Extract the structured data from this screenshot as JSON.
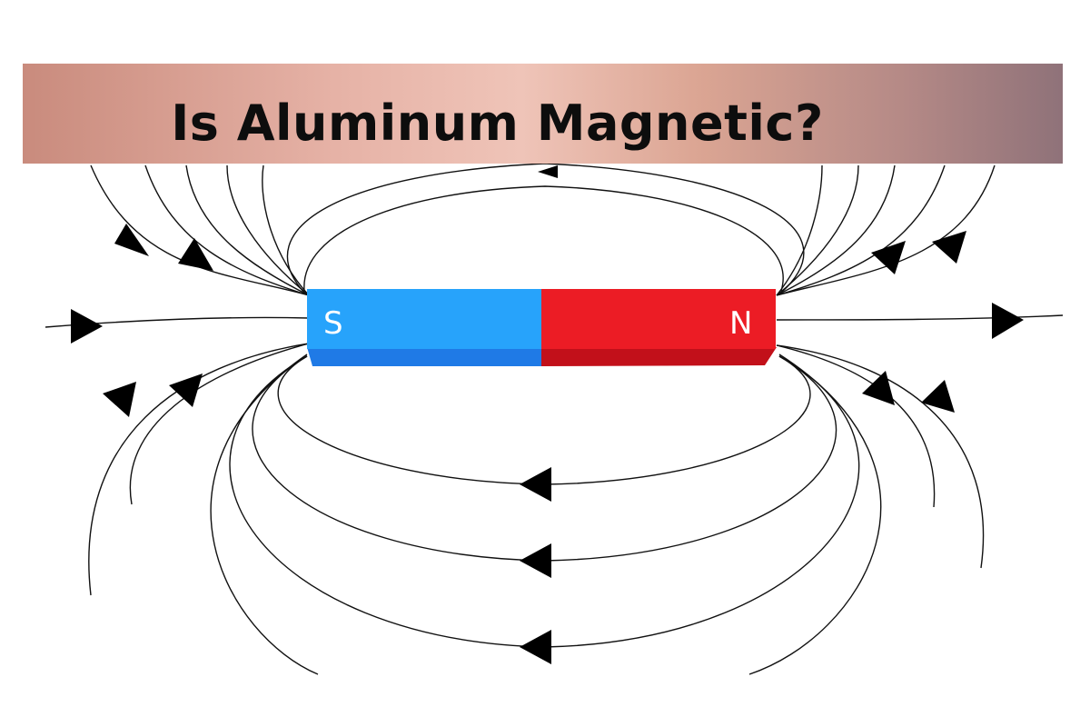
{
  "title": "Is Aluminum Magnetic?",
  "magnet": {
    "south_label": "S",
    "north_label": "N",
    "south_color": "#27a3fb",
    "north_color": "#ec1c25"
  },
  "field_line_color": "#111111",
  "background_color": "#ffffff"
}
